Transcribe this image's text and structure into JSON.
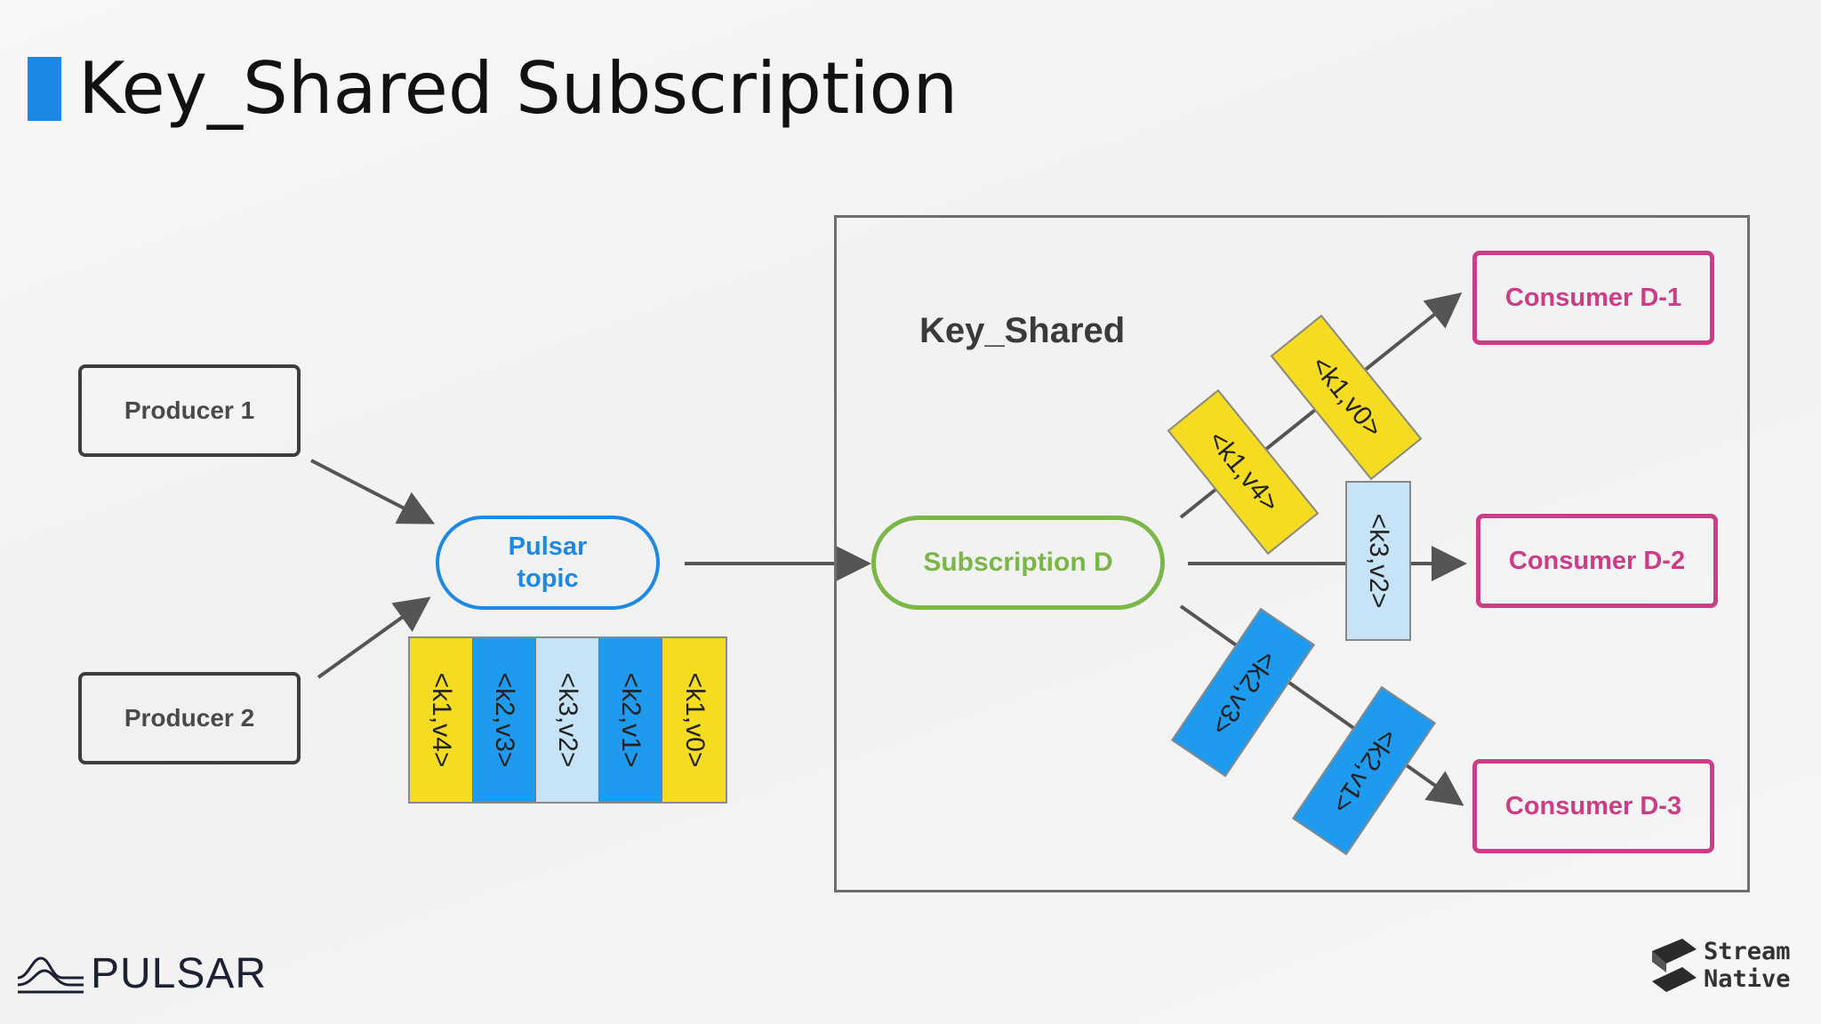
{
  "title": "Key_Shared Subscription",
  "producers": [
    "Producer 1",
    "Producer 2"
  ],
  "topic": {
    "line1": "Pulsar",
    "line2": "topic"
  },
  "queue": [
    {
      "label": "<k1,v4>",
      "color": "#f5dc21"
    },
    {
      "label": "<k2,v3>",
      "color": "#1e9aef"
    },
    {
      "label": "<k3,v2>",
      "color": "#c6e3f8"
    },
    {
      "label": "<k2,v1>",
      "color": "#1e9aef"
    },
    {
      "label": "<k1,v0>",
      "color": "#f5dc21"
    }
  ],
  "key_shared_label": "Key_Shared",
  "subscription": "Subscription D",
  "messages": {
    "k1v0": "<k1,v0>",
    "k1v4": "<k1,v4>",
    "k3v2": "<k3,v2>",
    "k2v3": "<k2,v3>",
    "k2v1": "<k2,v1>"
  },
  "consumers": [
    "Consumer D-1",
    "Consumer D-2",
    "Consumer D-3"
  ],
  "logos": {
    "pulsar": "PULSAR",
    "streamnative_line1": "Stream",
    "streamnative_line2": "Native"
  },
  "colors": {
    "accent_blue": "#1e88e5",
    "subscription_green": "#7ab648",
    "consumer_magenta": "#cc3d87",
    "key_yellow": "#f5dc21",
    "key_blue": "#1e9aef",
    "key_lightblue": "#c6e3f8"
  }
}
